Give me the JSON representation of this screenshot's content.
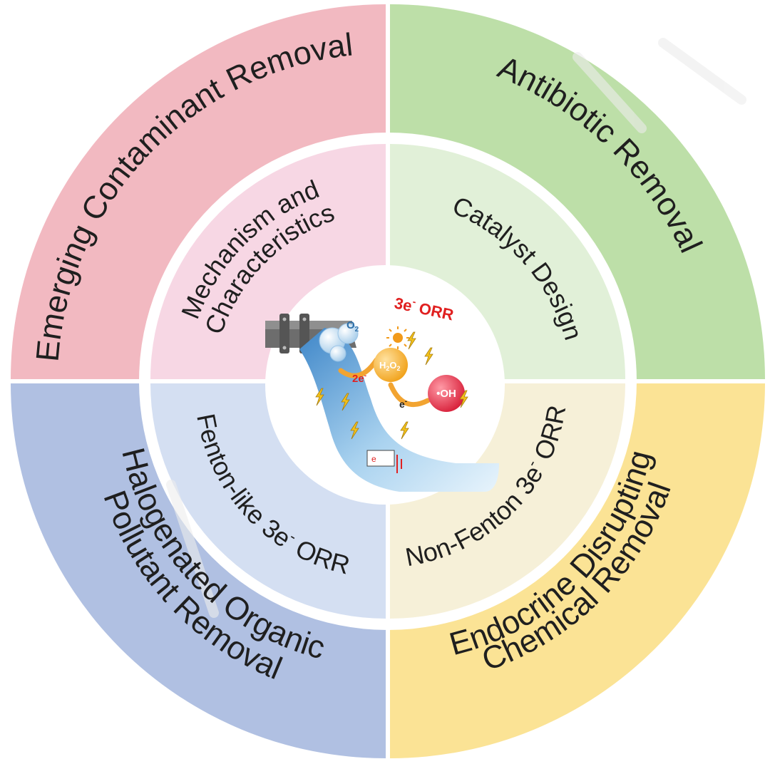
{
  "center": {
    "title_main": "3e",
    "title_sup": "-",
    "title_rest": " ORR",
    "o2": "O",
    "o2_sub": "2",
    "h2o2_h": "H",
    "h2o2_2a": "2",
    "h2o2_o": "O",
    "h2o2_2b": "2",
    "oh": "•OH",
    "two_e": "2e",
    "two_e_sup": "-",
    "e_minus": "e",
    "e_minus_sup": "-",
    "cell_e": "e"
  },
  "outer": {
    "top_left": "Emerging Contaminant Removal",
    "top_right": "Antibiotic Removal",
    "bottom_left_1": "Halogenated Organic",
    "bottom_left_2": "Pollutant Removal",
    "bottom_right_1": "Endocrine Disrupting",
    "bottom_right_2": "Chemical Removal"
  },
  "inner": {
    "top_left_1": "Mechanism and",
    "top_left_2": "Characteristics",
    "top_right": "Catalyst Design",
    "bottom_left_a": "Fenton-like 3e",
    "bottom_left_sup": "-",
    "bottom_left_b": " ORR",
    "bottom_right_a": "Non-Fenton 3e",
    "bottom_right_sup": "-",
    "bottom_right_b": " ORR"
  },
  "colors": {
    "outer_top_left": "#f2b9c1",
    "outer_top_right": "#bddfa8",
    "outer_bottom_left": "#b0c0e2",
    "outer_bottom_right": "#fbe395",
    "inner_top_left": "#f7d7e4",
    "inner_top_right": "#e1f0d8",
    "inner_bottom_left": "#d4dff2",
    "inner_bottom_right": "#f6f0d8",
    "accent_red": "#e02020"
  }
}
